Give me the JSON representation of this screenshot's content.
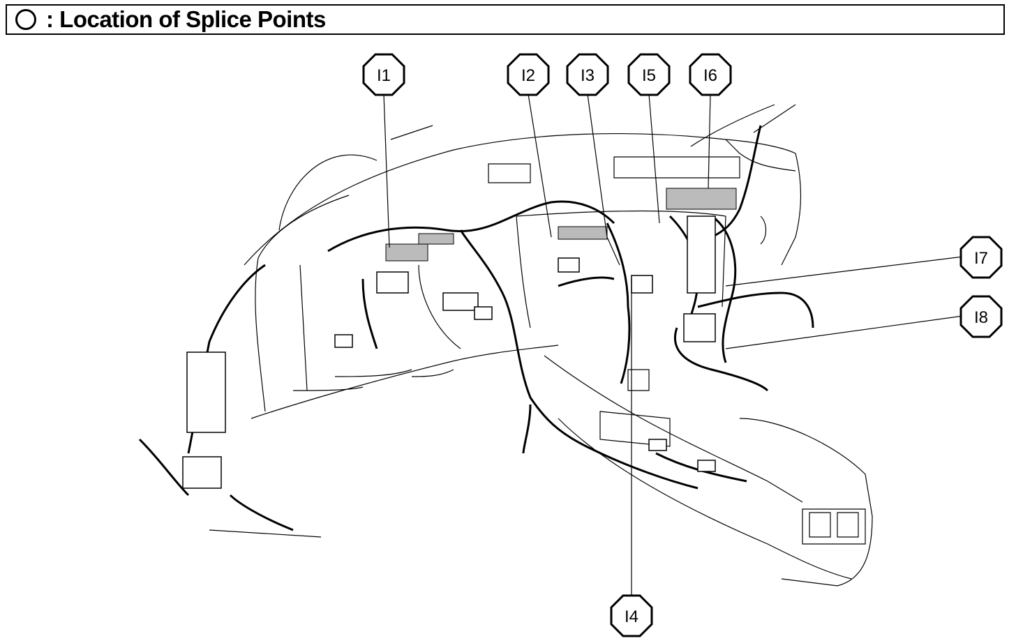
{
  "header": {
    "symbol_icon": "circle-outline-icon",
    "title": ": Location of Splice Points"
  },
  "splice_points": [
    {
      "id": "I1",
      "label": "I1"
    },
    {
      "id": "I2",
      "label": "I2"
    },
    {
      "id": "I3",
      "label": "I3"
    },
    {
      "id": "I5",
      "label": "I5"
    },
    {
      "id": "I6",
      "label": "I6"
    },
    {
      "id": "I7",
      "label": "I7"
    },
    {
      "id": "I8",
      "label": "I8"
    },
    {
      "id": "I4",
      "label": "I4"
    }
  ]
}
